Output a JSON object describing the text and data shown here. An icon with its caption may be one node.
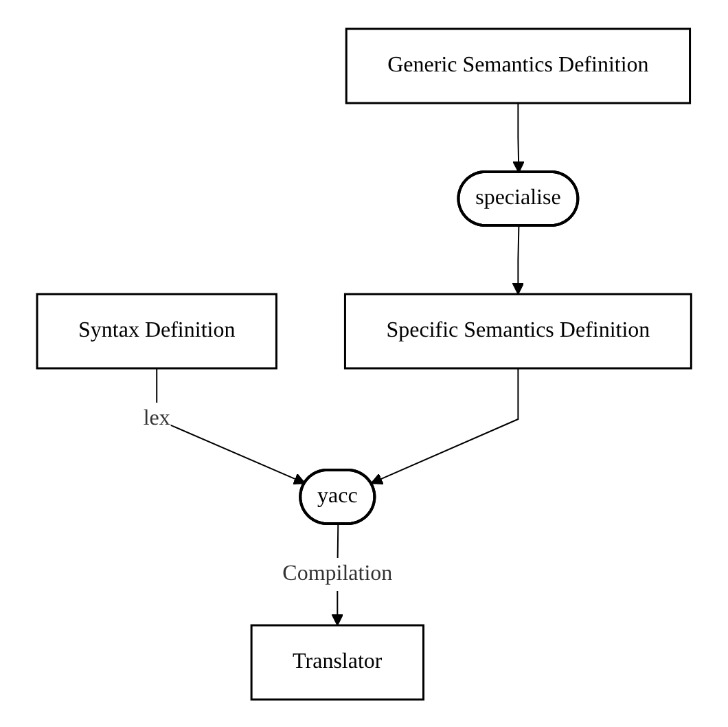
{
  "diagram": {
    "nodes": [
      {
        "text": [
          "Syntax Definition"
        ]
      },
      {
        "text": [
          "Generic Semantics Definition"
        ]
      },
      {
        "text": [
          "specialise"
        ]
      },
      {
        "text": [
          "Specific Semantics Definition"
        ]
      },
      {
        "text": [
          "yacc"
        ]
      },
      {
        "text": [
          "Translator"
        ]
      }
    ],
    "edges": [
      {
        "from": 0,
        "to": 4,
        "arrow": "to",
        "label": "lex"
      },
      {
        "from": 1,
        "to": 2,
        "arrow": "to"
      },
      {
        "from": 2,
        "to": 3,
        "arrow": "to"
      },
      {
        "from": 3,
        "to": 4,
        "arrow": "to"
      },
      {
        "from": 4,
        "to": 5,
        "arrow": "to",
        "label": "Compilation"
      }
    ]
  }
}
